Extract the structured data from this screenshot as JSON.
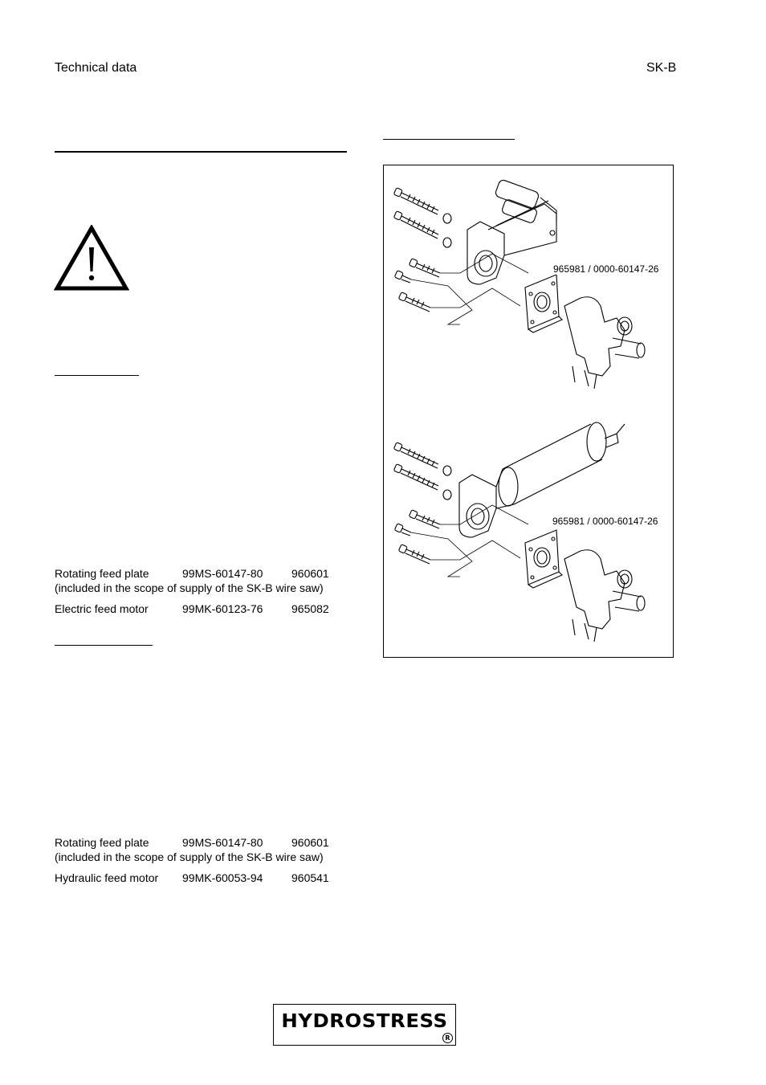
{
  "header": {
    "left": "Technical data",
    "right": "SK-B"
  },
  "icons": {
    "warning": "warning-triangle-icon"
  },
  "electric_parts": {
    "rows": [
      {
        "name": "Rotating feed plate",
        "part_no": "99MS-60147-80",
        "article": "960601"
      },
      {
        "name": "Electric feed motor",
        "part_no": "99MK-60123-76",
        "article": "965082"
      }
    ],
    "note": "(included in the scope of supply of the SK-B wire saw)"
  },
  "hydraulic_parts": {
    "rows": [
      {
        "name": "Rotating feed plate",
        "part_no": "99MS-60147-80",
        "article": "960601"
      },
      {
        "name": "Hydraulic feed motor",
        "part_no": "99MK-60053-94",
        "article": "960541"
      }
    ],
    "note": "(included in the scope of supply of the SK-B wire saw)"
  },
  "figure": {
    "label_top": "965981 / 0000-60147-26",
    "label_bottom": "965981 / 0000-60147-26"
  },
  "logo": {
    "text": "HYDROSTRESS",
    "mark": "R"
  }
}
